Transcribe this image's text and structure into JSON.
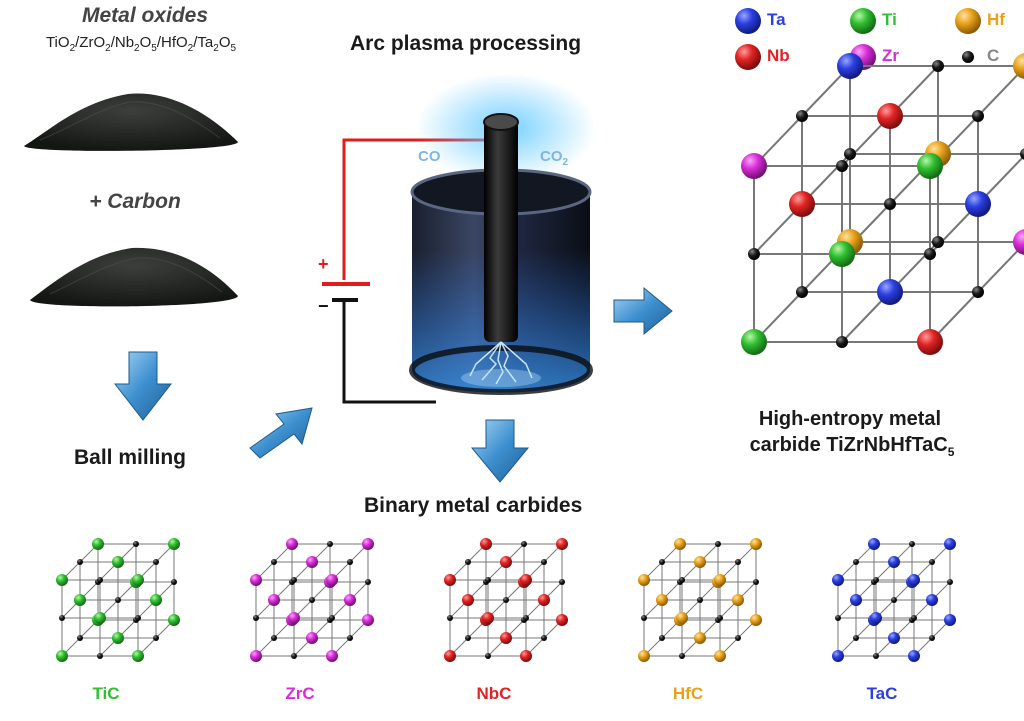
{
  "oxides": {
    "title": "Metal oxides",
    "formula_parts": [
      "TiO",
      "2",
      "/ZrO",
      "2",
      "/Nb",
      "2",
      "O",
      "5",
      "/HfO",
      "2",
      "/Ta",
      "2",
      "O",
      "5"
    ]
  },
  "carbon_label": "+ Carbon",
  "ball_milling": "Ball milling",
  "arc_title": "Arc plasma processing",
  "gas_left": "CO",
  "gas_right": "CO",
  "gas_right_sub": "2",
  "plus_sign": "+",
  "minus_sign": "−",
  "legend": [
    {
      "symbol": "Ta",
      "color": "#2b3fe0"
    },
    {
      "symbol": "Ti",
      "color": "#2fbf2f"
    },
    {
      "symbol": "Hf",
      "color": "#e8a21a"
    },
    {
      "symbol": "Nb",
      "color": "#e02424"
    },
    {
      "symbol": "Zr",
      "color": "#d92cd9"
    },
    {
      "symbol": "C",
      "color": "#111111"
    }
  ],
  "hea_label_line1": "High-entropy metal",
  "hea_label_line2": "carbide TiZrNbHfTaC",
  "hea_label_sub": "5",
  "binary_title": "Binary metal carbides",
  "binary": [
    {
      "name": "TiC",
      "color": "#2fbf2f"
    },
    {
      "name": "ZrC",
      "color": "#d92cd9"
    },
    {
      "name": "NbC",
      "color": "#e02424"
    },
    {
      "name": "HfC",
      "color": "#e8a21a"
    },
    {
      "name": "TaC",
      "color": "#2b3fe0"
    }
  ]
}
